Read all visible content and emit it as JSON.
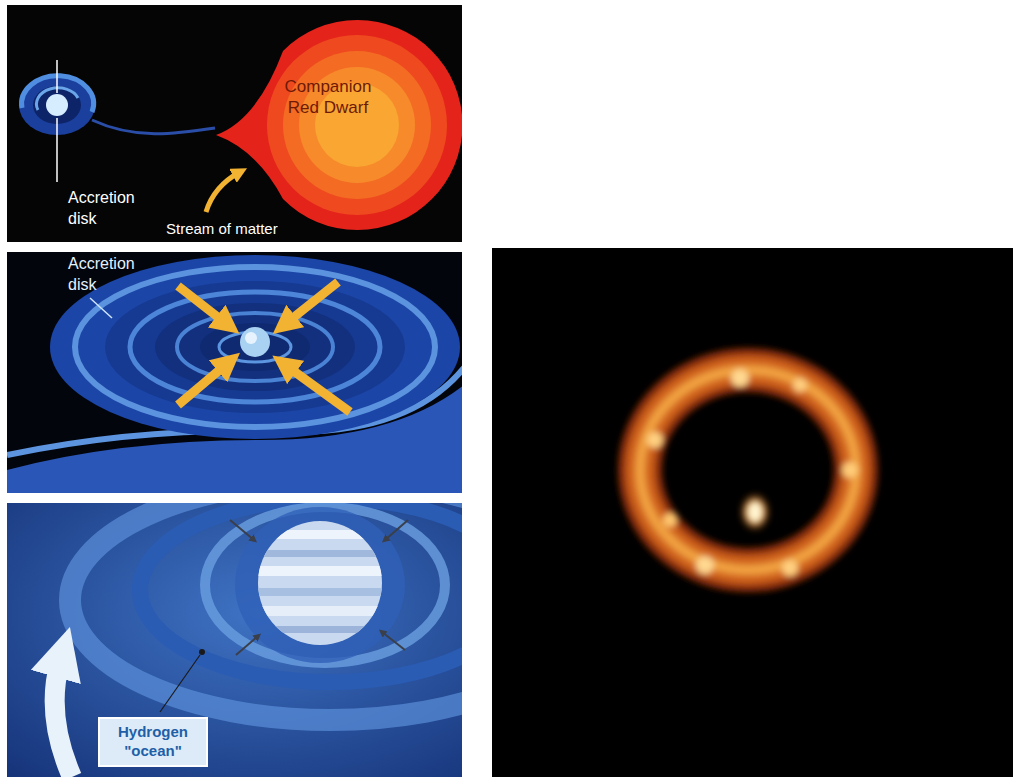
{
  "diagram": {
    "nodes": [
      {
        "text": [
          "Companion Red Dwarf"
        ]
      },
      {
        "text": [
          "Hydrogen \"ocean\""
        ]
      }
    ],
    "labels": [
      "Accretion disk",
      "Stream of matter",
      "Accretion disk"
    ]
  }
}
